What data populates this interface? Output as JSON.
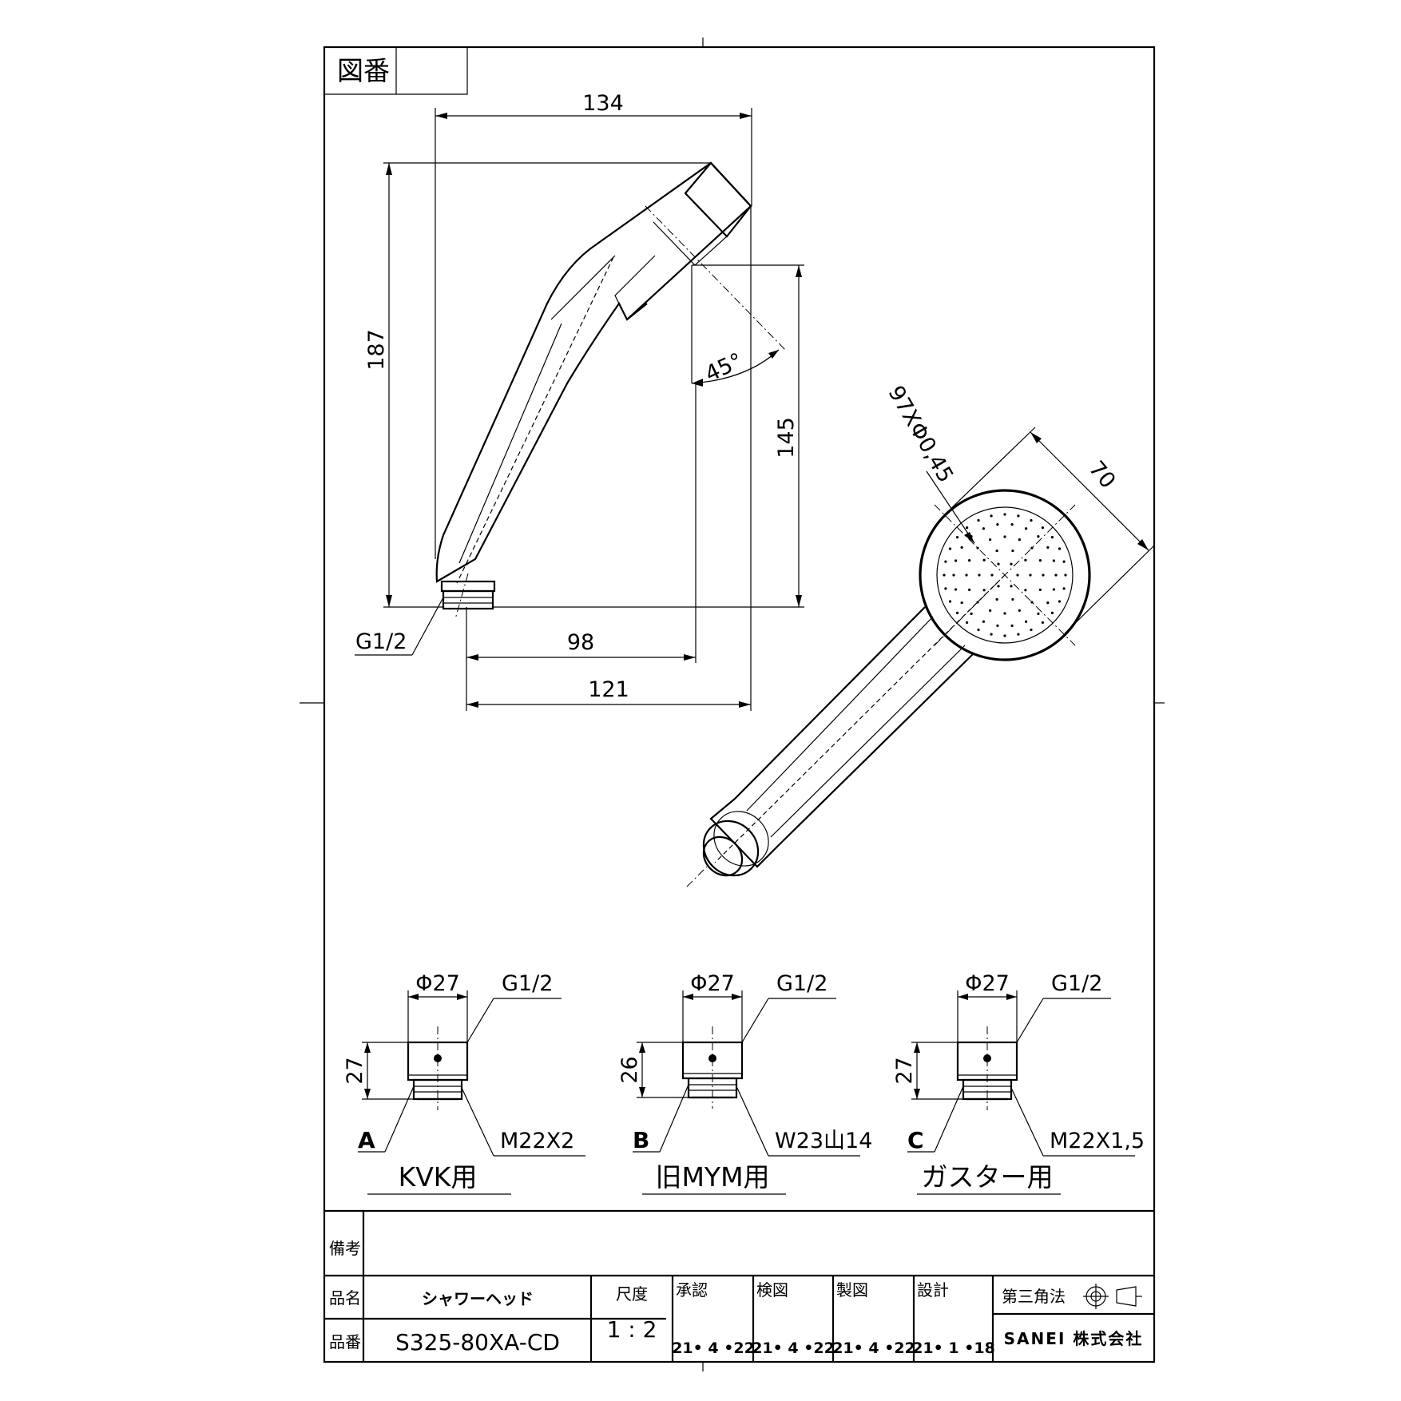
{
  "drawing": {
    "zuban_label": "図番",
    "zuban_value": "",
    "dims_side": {
      "width_total": "134",
      "height_total": "187",
      "height_face": "145",
      "angle": "45°",
      "offset_1": "98",
      "offset_2": "121",
      "thread": "G1/2"
    },
    "dims_front": {
      "holes": "97XΦ0,45",
      "diameter": "70"
    },
    "adapters": [
      {
        "letter": "A",
        "dia": "Φ27",
        "thread_top": "G1/2",
        "height": "27",
        "thread_bottom": "M22X2",
        "use": "KVK用"
      },
      {
        "letter": "B",
        "dia": "Φ27",
        "thread_top": "G1/2",
        "height": "26",
        "thread_bottom": "W23山14",
        "use": "旧MYM用"
      },
      {
        "letter": "C",
        "dia": "Φ27",
        "thread_top": "G1/2",
        "height": "27",
        "thread_bottom": "M22X1,5",
        "use": "ガスター用"
      }
    ]
  },
  "title_block": {
    "remarks_label": "備考",
    "remarks_value": "",
    "name_label": "品名",
    "name_value": "シャワーヘッド",
    "number_label": "品番",
    "number_value": "S325-80XA-CD",
    "scale_label": "尺度",
    "scale_value": "1 : 2",
    "approval_label": "承認",
    "approval_date": "21• 4 •22",
    "check_label": "検図",
    "check_date": "21• 4 •22",
    "draw_label": "製図",
    "draw_date": "21• 4 •22",
    "design_label": "設計",
    "design_date": "21• 1 •18",
    "projection_label": "第三角法",
    "company": "SANEI 株式会社"
  }
}
